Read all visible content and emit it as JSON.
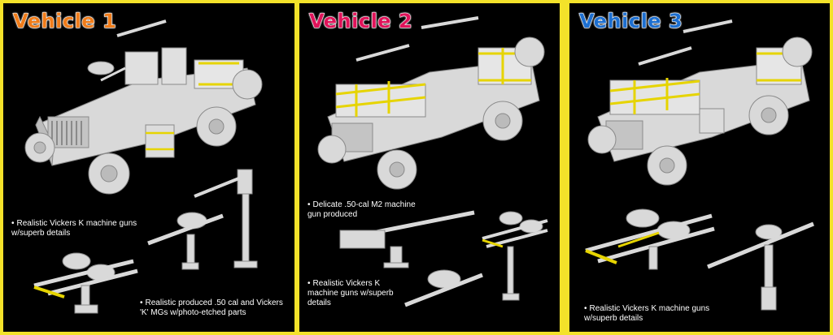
{
  "colors": {
    "frame": "#f3e22a",
    "panel_bg": "#000000",
    "model_grey": "#d9d9d9",
    "accent_yellow": "#e6d400",
    "vehicle1_title": "#f07c1a",
    "vehicle2_title": "#e0135a",
    "vehicle3_title": "#1d6fd0"
  },
  "panels": [
    {
      "title": "Vehicle 1",
      "captions": [
        "Realistic Vickers K machine guns w/superb details",
        "Realistic produced .50 cal and Vickers 'K' MGs w/photo-etched parts"
      ]
    },
    {
      "title": "Vehicle 2",
      "captions": [
        "Delicate .50-cal M2 machine gun produced",
        "Realistic Vickers K machine guns w/superb details"
      ]
    },
    {
      "title": "Vehicle 3",
      "captions": [
        "Realistic Vickers K machine guns w/superb details"
      ]
    }
  ],
  "bullet": "•",
  "icons": [
    "jeep-model",
    "vickers-k-gun-mount",
    "m2-browning-gun",
    "pedestal-mount"
  ]
}
